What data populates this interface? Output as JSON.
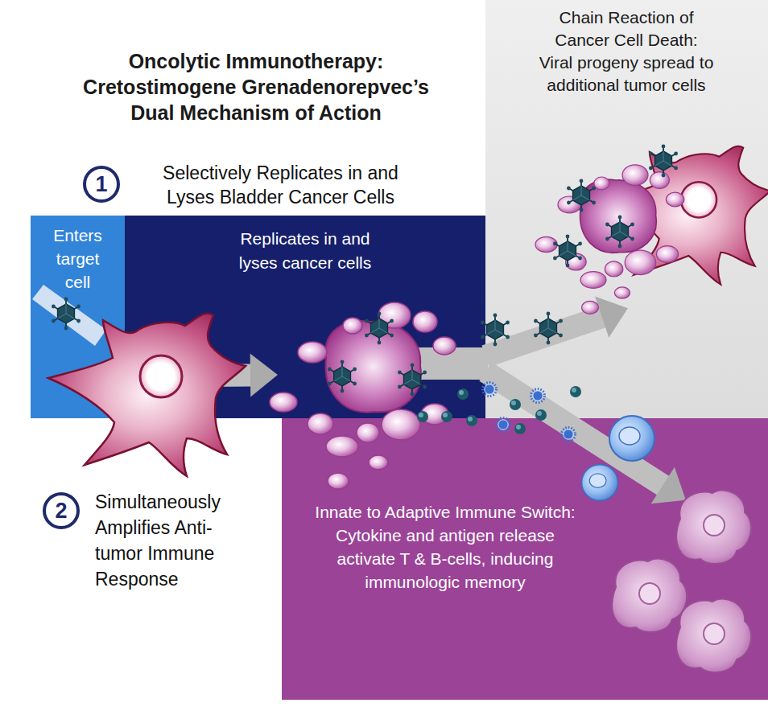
{
  "diagram": {
    "title": "Oncolytic Immunotherapy: Cretostimogene Grenadenorepvec’s Dual Mechanism of Action",
    "nodes": [
      {
        "text": [
          "1",
          "Selectively Replicates in and Lyses Bladder Cancer Cells"
        ]
      },
      {
        "text": [
          "Enters target cell"
        ]
      },
      {
        "text": [
          "Replicates in and lyses cancer cells"
        ]
      },
      {
        "text": [
          "Chain Reaction of Cancer Cell Death:",
          "Viral progeny spread to additional tumor cells"
        ]
      },
      {
        "text": [
          "2",
          "Simultaneously Amplifies Anti-tumor Immune Response"
        ]
      },
      {
        "text": [
          "Innate to Adaptive Immune Switch:",
          "Cytokine and antigen release activate T & B-cells, inducing immunologic memory"
        ]
      }
    ],
    "edges": [
      {
        "from": 1,
        "to": 2,
        "arrow": "to"
      },
      {
        "from": 2,
        "to": 3,
        "arrow": "to"
      },
      {
        "from": 2,
        "to": 5,
        "arrow": "to"
      }
    ]
  }
}
